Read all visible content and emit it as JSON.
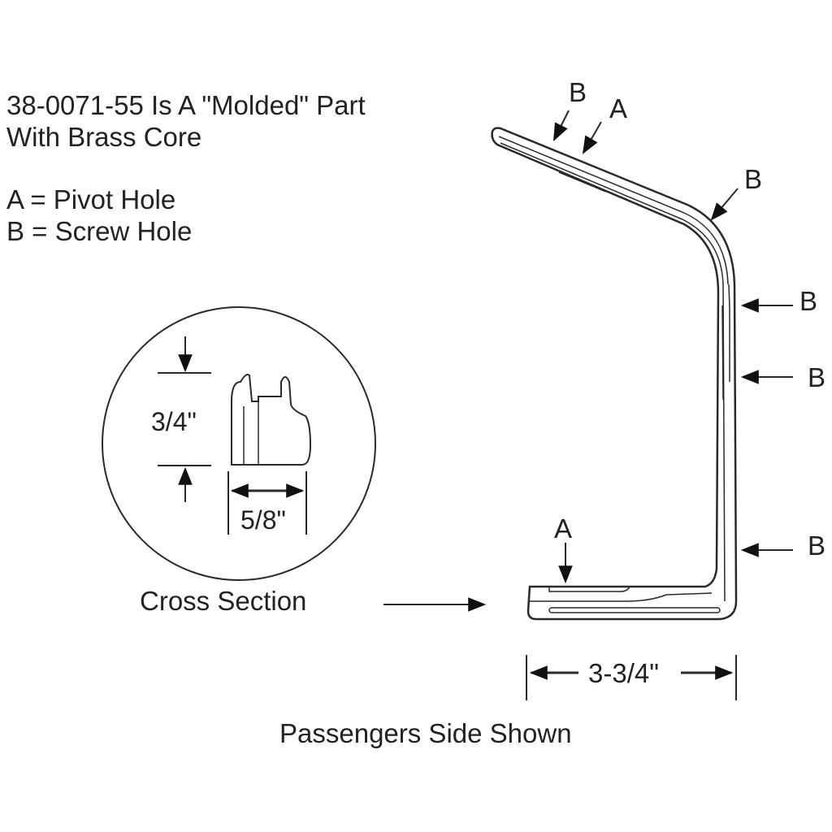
{
  "notes": {
    "line1": "38-0071-55 Is A \"Molded\" Part",
    "line2": "With Brass Core"
  },
  "legend": {
    "a": "A = Pivot Hole",
    "b": "B = Screw Hole"
  },
  "cross_section": {
    "label": "Cross Section",
    "height_dim": "3/4\"",
    "width_dim": "5/8\""
  },
  "part": {
    "width_dim": "3-3/4\"",
    "caption": "Passengers Side Shown"
  },
  "callouts": {
    "top_b": "B",
    "top_a": "A",
    "bend_b": "B",
    "side_b1": "B",
    "side_b2": "B",
    "side_b3": "B",
    "bottom_a": "A"
  }
}
